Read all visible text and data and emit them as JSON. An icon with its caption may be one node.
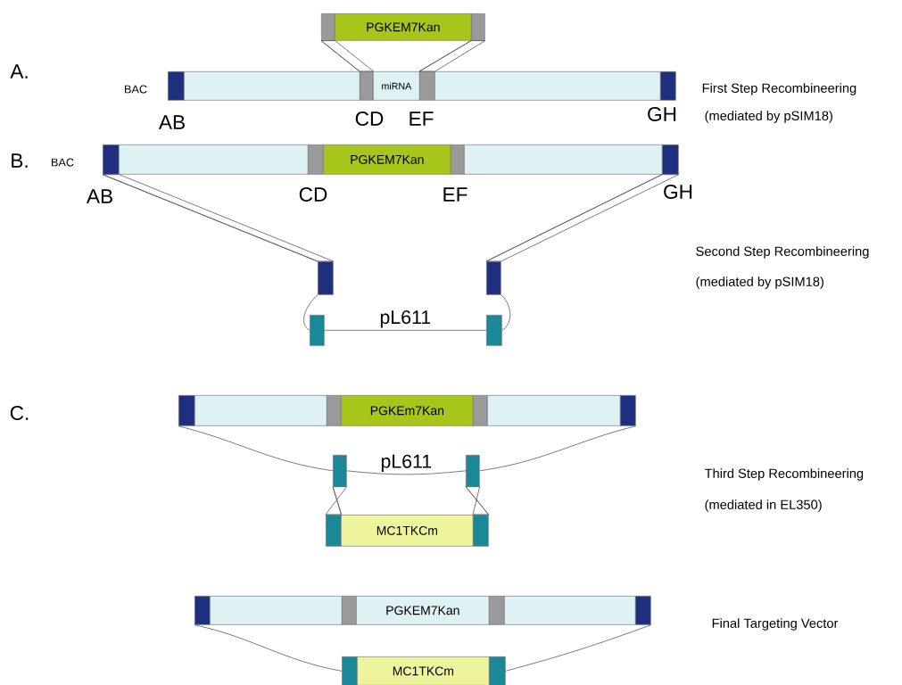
{
  "diagram": {
    "nodes": [
      {
        "text": [],
        "shape": "bar"
      },
      {
        "text": [
          "PGKEM7Kan"
        ]
      },
      {
        "text": [],
        "shape": "bar"
      },
      {
        "text": [],
        "shape": "bar"
      },
      {
        "text": [],
        "shape": "bar"
      },
      {
        "text": [],
        "shape": "bar"
      },
      {
        "text": [
          "miRNA"
        ]
      },
      {
        "text": [],
        "shape": "bar"
      },
      {
        "text": [],
        "shape": "bar"
      },
      {
        "text": [],
        "shape": "bar"
      },
      {
        "text": [],
        "shape": "bar"
      },
      {
        "text": [],
        "shape": "bar"
      },
      {
        "text": [],
        "shape": "bar"
      },
      {
        "text": [
          "PGKEM7Kan"
        ]
      },
      {
        "text": [],
        "shape": "bar"
      },
      {
        "text": [],
        "shape": "bar"
      },
      {
        "text": [],
        "shape": "bar"
      },
      {
        "text": [],
        "shape": "bar"
      },
      {
        "text": [],
        "shape": "bar"
      },
      {
        "text": [],
        "shape": "bar"
      },
      {
        "text": [],
        "shape": "bar"
      },
      {
        "text": [],
        "shape": "bar"
      },
      {
        "text": [],
        "shape": "bar"
      },
      {
        "text": [],
        "shape": "bar"
      },
      {
        "text": [
          "PGKEm7Kan"
        ]
      },
      {
        "text": [],
        "shape": "bar"
      },
      {
        "text": [],
        "shape": "bar"
      },
      {
        "text": [],
        "shape": "bar"
      },
      {
        "text": [],
        "shape": "bar"
      },
      {
        "text": [],
        "shape": "bar"
      },
      {
        "text": [],
        "shape": "bar"
      },
      {
        "text": [
          "MC1TKCm"
        ]
      },
      {
        "text": [],
        "shape": "bar"
      },
      {
        "text": [],
        "shape": "bar"
      },
      {
        "text": [],
        "shape": "bar"
      },
      {
        "text": [],
        "shape": "bar"
      },
      {
        "text": [
          "PGKEM7Kan"
        ]
      },
      {
        "text": [],
        "shape": "bar"
      },
      {
        "text": [],
        "shape": "bar"
      },
      {
        "text": [],
        "shape": "bar"
      },
      {
        "text": [],
        "shape": "bar"
      },
      {
        "text": [
          "MC1TKCm"
        ]
      },
      {
        "text": [],
        "shape": "bar"
      }
    ],
    "edges": [
      {
        "from": 0,
        "to": 5,
        "arrow": "none"
      },
      {
        "from": 2,
        "to": 7,
        "arrow": "none"
      },
      {
        "from": 10,
        "to": 17,
        "arrow": "none"
      },
      {
        "from": 16,
        "to": 18,
        "arrow": "none"
      },
      {
        "from": 17,
        "to": 19,
        "arrow": "none"
      },
      {
        "from": 18,
        "to": 20,
        "arrow": "none"
      },
      {
        "from": 19,
        "to": 20,
        "arrow": "none",
        "label": "pL611"
      },
      {
        "from": 21,
        "to": 28,
        "arrow": "none"
      },
      {
        "from": 28,
        "to": 29,
        "arrow": "none",
        "label": "pL611"
      },
      {
        "from": 29,
        "to": 27,
        "arrow": "none"
      },
      {
        "from": 28,
        "to": 30,
        "arrow": "none"
      },
      {
        "from": 29,
        "to": 32,
        "arrow": "none"
      },
      {
        "from": 33,
        "to": 40,
        "arrow": "none"
      },
      {
        "from": 39,
        "to": 42,
        "arrow": "none"
      }
    ],
    "labels": [
      "A.",
      "BAC",
      "First Step Recombineering",
      "AB",
      "CD",
      "EF",
      "GH",
      "(mediated by pSIM18)",
      "B.",
      "BAC",
      "AB",
      "CD",
      "EF",
      "GH",
      "Second Step Recombineering",
      "(mediated by pSIM18)",
      "C.",
      "Third Step Recombineering",
      "(mediated in EL350)",
      "Final Targeting Vector"
    ]
  }
}
